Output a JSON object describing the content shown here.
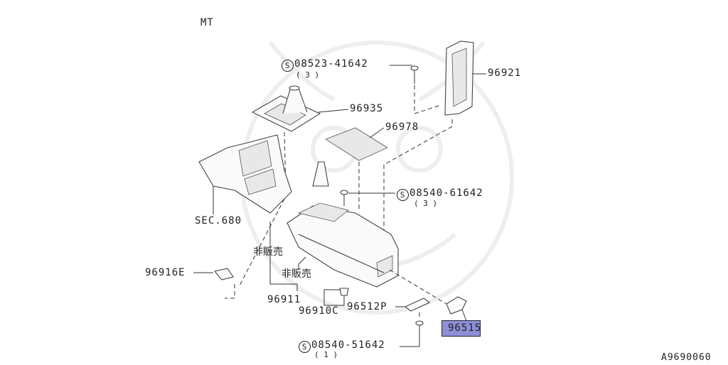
{
  "diagram": {
    "title": "MT",
    "reference_code": "A9690060",
    "highlight_color": "#8d8fd6",
    "screws": [
      {
        "symbol": "S",
        "number": "08523-41642",
        "qty": "( 3 )"
      },
      {
        "symbol": "S",
        "number": "08540-61642",
        "qty": "( 3 )"
      },
      {
        "symbol": "S",
        "number": "08540-51642",
        "qty": "( 1 )"
      }
    ],
    "parts": {
      "p96921": "96921",
      "p96935": "96935",
      "p96978": "96978",
      "sec680": "SEC.680",
      "not_for_sale_1": "非販売",
      "not_for_sale_2": "非販売",
      "p96916E": "96916E",
      "p96911": "96911",
      "p96910C": "96910C",
      "p96512P": "96512P",
      "p96515": "96515"
    }
  }
}
